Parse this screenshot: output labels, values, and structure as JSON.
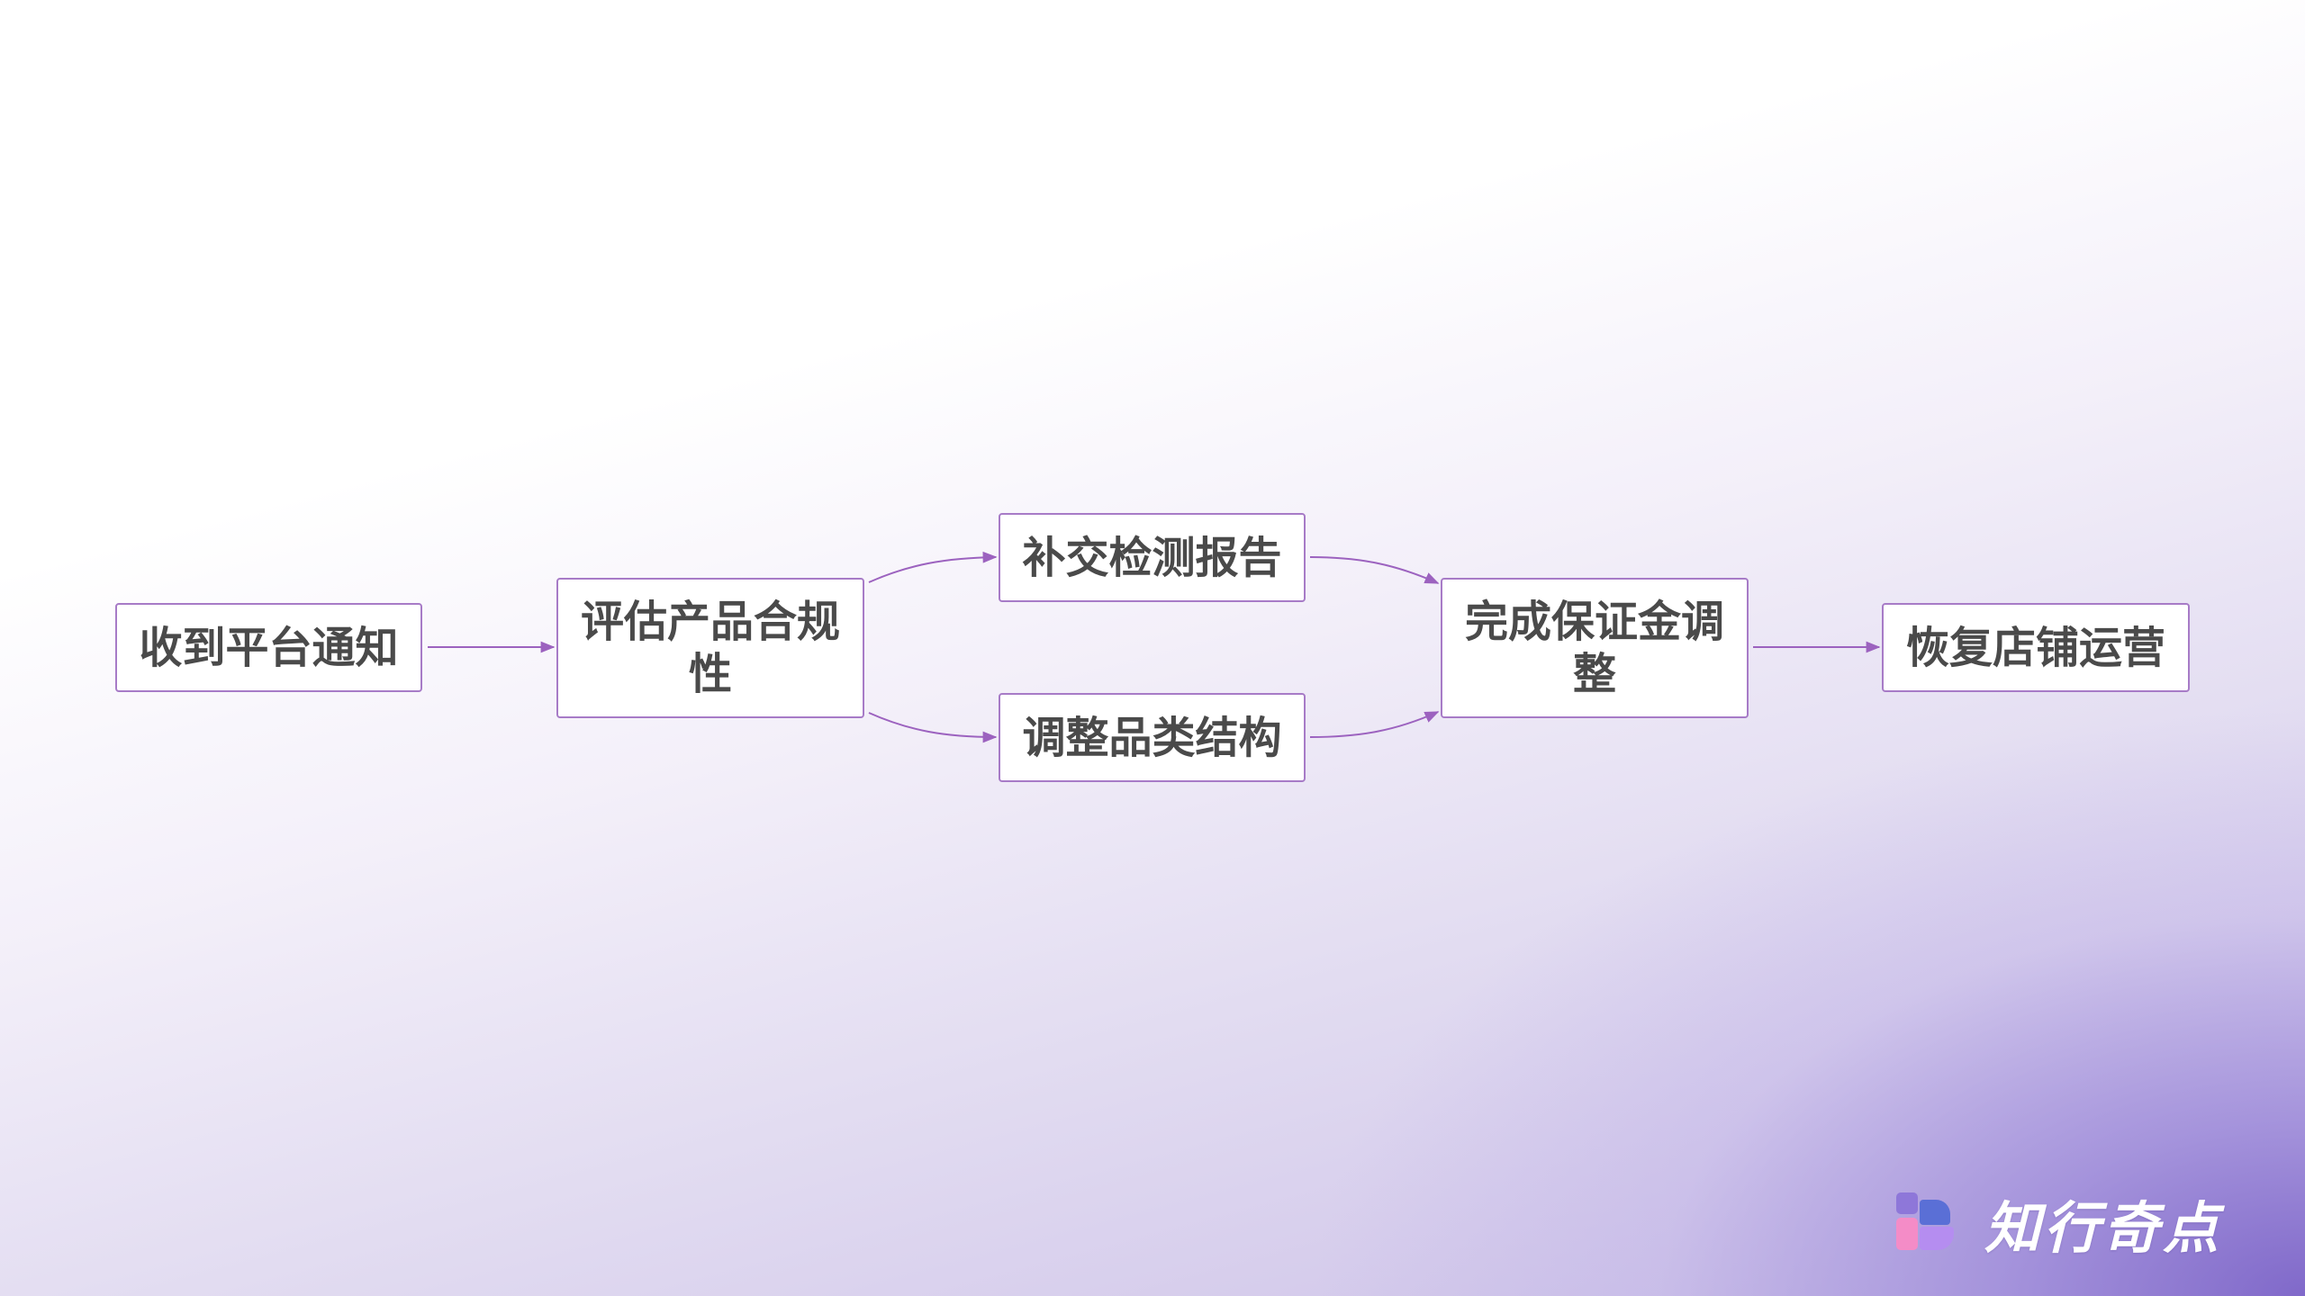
{
  "diagram": {
    "nodes": [
      {
        "id": "receive",
        "label": "收到平台通知"
      },
      {
        "id": "assess",
        "label": "评估产品合规性"
      },
      {
        "id": "report",
        "label": "补交检测报告"
      },
      {
        "id": "adjust",
        "label": "调整品类结构"
      },
      {
        "id": "deposit",
        "label": "完成保证金调整"
      },
      {
        "id": "resume",
        "label": "恢复店铺运营"
      }
    ],
    "edges": [
      {
        "from": "receive",
        "to": "assess"
      },
      {
        "from": "assess",
        "to": "report"
      },
      {
        "from": "assess",
        "to": "adjust"
      },
      {
        "from": "report",
        "to": "deposit"
      },
      {
        "from": "adjust",
        "to": "deposit"
      },
      {
        "from": "deposit",
        "to": "resume"
      }
    ],
    "colors": {
      "node_border": "#a77bc7",
      "edge": "#9c62bf",
      "text": "#4a4a4a"
    }
  },
  "brand": {
    "name": "知行奇点",
    "icon": "brand-logo-icon"
  }
}
